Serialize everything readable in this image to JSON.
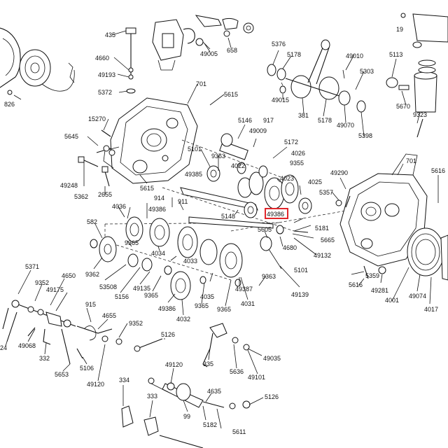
{
  "diagram": {
    "highlight_color": "#e0262b",
    "highlighted_label": "49386",
    "labels": {
      "p435": "435",
      "p4660": "4660",
      "p49193": "49193",
      "p5372": "5372",
      "p826": "826",
      "p49005": "49005",
      "p658": "658",
      "p701a": "701",
      "p5615a": "5615",
      "p15270": "15270",
      "p5645": "5645",
      "p49248": "49248",
      "p5362": "5362",
      "p2655": "2655",
      "p5615b": "5615",
      "p5101a": "5101",
      "p9363a": "9363",
      "p49385": "49385",
      "p5146": "5146",
      "p917": "917",
      "p49009": "49009",
      "p5172": "5172",
      "p4026": "4026",
      "p4022": "4022",
      "p9355": "9355",
      "p4023": "4023",
      "p4025": "4025",
      "p5376": "5376",
      "p5178a": "5178",
      "p49010": "49010",
      "p5113": "5113",
      "p19": "19",
      "p5303": "5303",
      "p49015": "49015",
      "p381": "381",
      "p5178b": "5178",
      "p49070": "49070",
      "p5398": "5398",
      "p5670": "5670",
      "p9323": "9323",
      "p49290": "49290",
      "p701b": "701",
      "p5616a": "5616",
      "p5357": "5357",
      "p4036": "4036",
      "p914": "914",
      "p911": "911",
      "p49386a": "49386",
      "p5148": "5148",
      "p49386b": "49386",
      "p5181": "5181",
      "p5605": "5605",
      "p5665": "5665",
      "p4680": "4680",
      "p49132": "49132",
      "p582": "582",
      "p9365a": "9365",
      "p9362": "9362",
      "p4034": "4034",
      "p4033": "4033",
      "p53508": "53508",
      "p5156": "5156",
      "p49135": "49135",
      "p9365b": "9365",
      "p5101b": "5101",
      "p9363b": "9363",
      "p49387": "49387",
      "p49139": "49139",
      "p4035": "4035",
      "p4031": "4031",
      "p49386c": "49386",
      "p9365c": "9365",
      "p9365d": "9365",
      "p4032": "4032",
      "p5359": "5359",
      "p5616b": "5616",
      "p49281": "49281",
      "p4001": "4001",
      "p49074": "49074",
      "p4017": "4017",
      "p5371": "5371",
      "p9352a": "9352",
      "p4650": "4650",
      "p49175": "49175",
      "p915": "915",
      "p24": "24",
      "p49068": "49068",
      "p4655": "4655",
      "p9352b": "9352",
      "p332": "332",
      "p5653": "5653",
      "p5106": "5106",
      "p49120a": "49120",
      "p5126a": "5126",
      "p49120b": "49120",
      "p335": "335",
      "p5636": "5636",
      "p49101": "49101",
      "p49035": "49035",
      "p334": "334",
      "p333": "333",
      "p99": "99",
      "p4635": "4635",
      "p5126b": "5126",
      "p5182": "5182",
      "p5611": "5611"
    }
  }
}
